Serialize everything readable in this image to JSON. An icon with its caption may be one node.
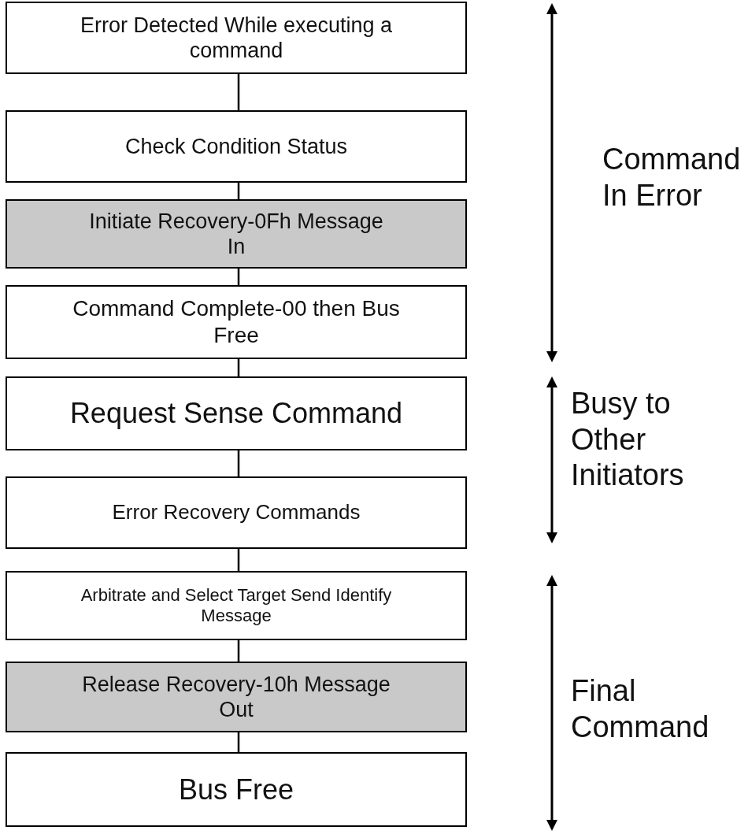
{
  "diagram": {
    "nodes": [
      {
        "text": [
          "Error Detected While executing a command"
        ]
      },
      {
        "text": [
          "Check Condition Status"
        ]
      },
      {
        "text": [
          "Initiate Recovery-0Fh Message In"
        ]
      },
      {
        "text": [
          "Command Complete-00 then Bus Free"
        ]
      },
      {
        "text": [
          "Request Sense Command"
        ]
      },
      {
        "text": [
          "Error Recovery Commands"
        ]
      },
      {
        "text": [
          "Arbitrate and Select Target Send Identify Message"
        ]
      },
      {
        "text": [
          "Release Recovery-10h Message Out"
        ]
      },
      {
        "text": [
          "Bus Free"
        ]
      }
    ],
    "edges": [
      {
        "from": 0,
        "to": 1,
        "arrow": "none"
      },
      {
        "from": 1,
        "to": 2,
        "arrow": "none"
      },
      {
        "from": 2,
        "to": 3,
        "arrow": "none"
      },
      {
        "from": 3,
        "to": 4,
        "arrow": "none"
      },
      {
        "from": 4,
        "to": 5,
        "arrow": "none"
      },
      {
        "from": 5,
        "to": 6,
        "arrow": "none"
      },
      {
        "from": 6,
        "to": 7,
        "arrow": "none"
      },
      {
        "from": 7,
        "to": 8,
        "arrow": "none"
      }
    ],
    "labels": [
      "Command In Error",
      "Busy to Other Initiators",
      "Final Command"
    ]
  }
}
